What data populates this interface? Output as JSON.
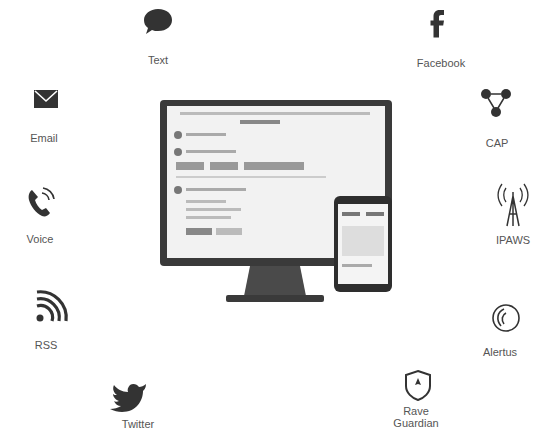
{
  "diagram": {
    "labels": [
      "Text",
      "Facebook",
      "CAP",
      "IPAWS",
      "Alertus",
      "Rave Guardian",
      "Twitter",
      "RSS",
      "Voice",
      "Email"
    ]
  }
}
